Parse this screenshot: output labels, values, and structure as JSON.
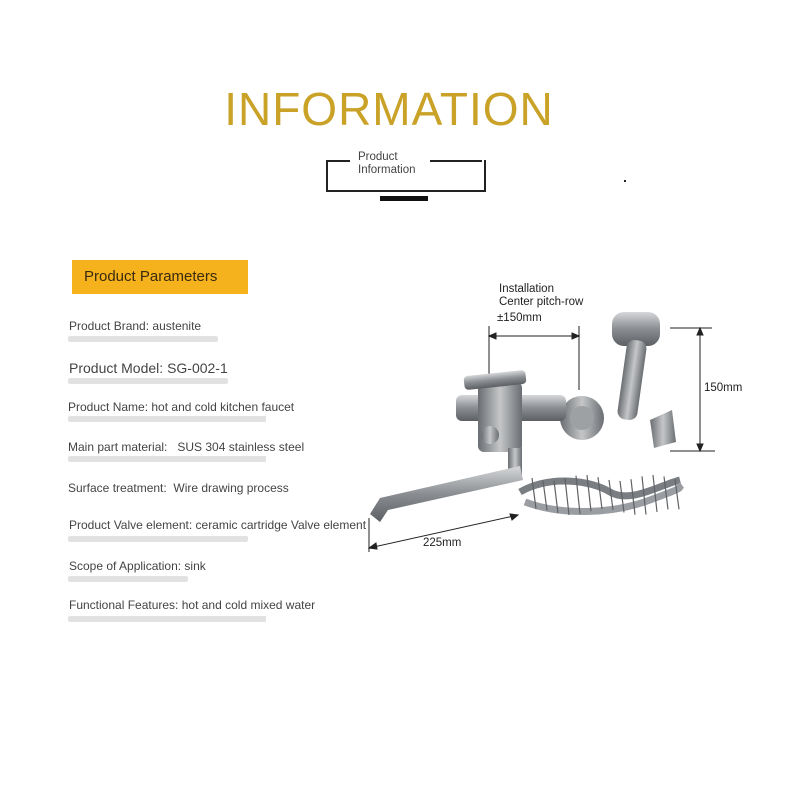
{
  "colors": {
    "title_gold": "#c9a227",
    "tag_bg": "#f5b21c",
    "steel_dark": "#6e7175",
    "steel_light": "#c9cbcd"
  },
  "header": {
    "title": "INFORMATION",
    "subtitle_line1": "Product",
    "subtitle_line2": "Information"
  },
  "params": {
    "heading": "Product Parameters",
    "rows": [
      {
        "label": "Product Brand: ",
        "value": "austenite"
      },
      {
        "label": "Product Model: ",
        "value": "SG-002-1"
      },
      {
        "label": "Product Name: ",
        "value": "hot and cold kitchen faucet"
      },
      {
        "label": "Main part material: ",
        "value": "SUS 304 stainless steel"
      },
      {
        "label": "Surface treatment: ",
        "value": "Wire drawing process"
      },
      {
        "label": "Product Valve element: ",
        "value": "ceramic cartridge Valve element"
      },
      {
        "label": "Scope of Application: ",
        "value": "sink"
      },
      {
        "label": "Functional Features: ",
        "value": "hot and cold mixed water"
      }
    ]
  },
  "dimensions": {
    "install_line1": "Installation",
    "install_line2": "Center pitch-row",
    "install_line3": "±150mm",
    "height": "150mm",
    "spout_length": "225mm"
  }
}
